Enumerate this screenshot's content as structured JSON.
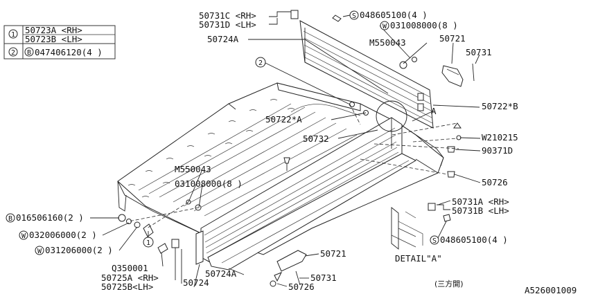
{
  "legend": {
    "row1_num": "1",
    "row1_a": "50723A <RH>",
    "row1_b": "50723B <LH>",
    "row2_num": "2",
    "row2_prefix": "B",
    "row2_text": "047406120(4 )"
  },
  "labels": {
    "p50731C": "50731C <RH>",
    "p50731D": "50731D <LH>",
    "s048605100_top": "048605100(4 )",
    "w031008000_top": "031008000(8 )",
    "p50724A_top": "50724A",
    "m550043_top": "M550043",
    "p50721_top": "50721",
    "p50731_top": "50731",
    "callout2": "2",
    "p50722B": "50722*B",
    "p50722A": "50722*A",
    "detailA_mark": "A",
    "p50732": "50732",
    "w210215": "W210215",
    "p90371D": "90371D",
    "p50726_right": "50726",
    "m550043_mid": "M550043",
    "n031008000_mid": "031008000(8 )",
    "b016506160": "016506160(2 )",
    "w032006000": "032006000(2 )",
    "w031206000": "031206000(2 )",
    "callout1": "1",
    "q0350001": "Q350001",
    "p50725A": "50725A <RH>",
    "p50725B": "50725B<LH>",
    "p50724": "50724",
    "p50724A_bottom": "50724A",
    "p50721_bottom": "50721",
    "p50731_bottom": "50731",
    "p50726_bottom": "50726",
    "p50731A": "50731A <RH>",
    "p50731B": "50731B <LH>",
    "s048605100_right": "048605100(4 )",
    "detail_title": "DETAIL\"A\"",
    "view_note": "(三方開)",
    "ref_code": "A526001009"
  },
  "markers": {
    "S": "S",
    "W": "W",
    "B": "B"
  }
}
